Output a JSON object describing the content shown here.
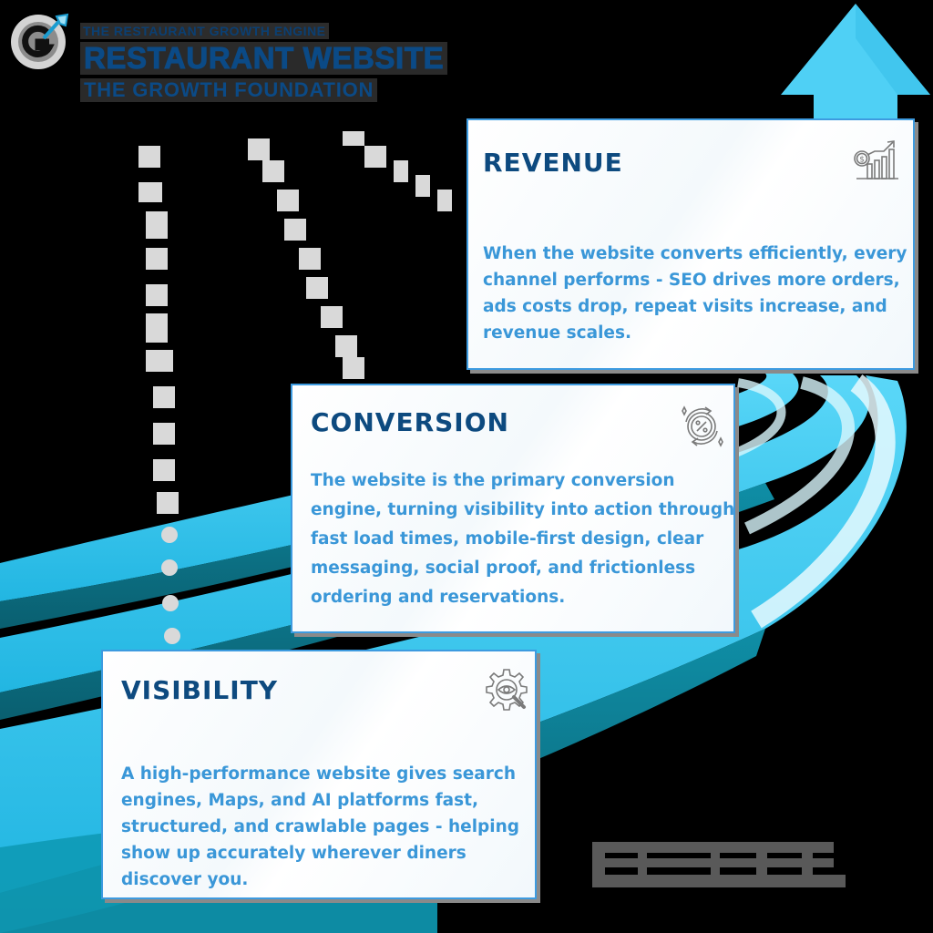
{
  "header": {
    "logo_icon": "gear-g-with-blue-arrow-icon",
    "kicker": "THE RESTAURANT GROWTH ENGINE",
    "title": "RESTAURANT WEBSITE",
    "subtitle": "THE GROWTH FOUNDATION"
  },
  "colors": {
    "background": "#000000",
    "road": "#2ec4ee",
    "road_shadow": "#0b7f94",
    "arrow": "#4fd0f5",
    "card_border": "#3d9be0",
    "card_title": "#0d4a7f",
    "card_body": "#3a97d8",
    "dots": "#d9d9d9",
    "redacted_block": "#595959"
  },
  "cards": {
    "revenue": {
      "title": "REVENUE",
      "icon": "dollar-growth-chart-icon",
      "body": "When the website converts efficiently, every channel performs - SEO drives more orders, ads costs drop, repeat visits increase, and revenue scales."
    },
    "conversion": {
      "title": "CONVERSION",
      "icon": "percent-cycle-arrows-icon",
      "body": "The website is the primary conversion engine, turning visibility into action through fast load times, mobile-first design, clear messaging, social proof, and frictionless ordering and reservations."
    },
    "visibility": {
      "title": "VISIBILITY",
      "icon": "gear-eye-magnifier-icon",
      "body": "A high-performance website gives search engines, Maps, and AI platforms fast, structured, and crawlable pages - helping show up accurately wherever diners discover you."
    }
  },
  "decorations": {
    "growth_arrow": "up-arrow-icon",
    "road": "curving-road-graphic",
    "dotted_connectors": 3
  }
}
